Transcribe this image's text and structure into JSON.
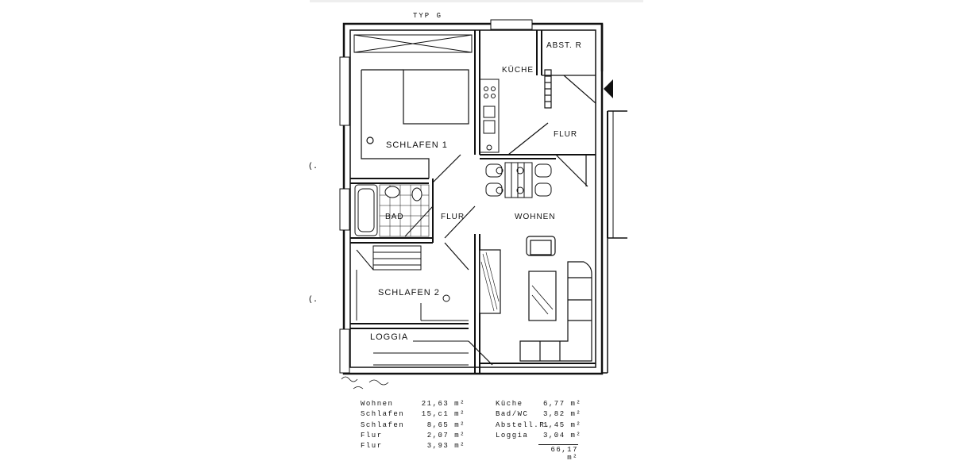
{
  "plan": {
    "type_label": "TYP  G",
    "rooms": {
      "abstr": "ABST. R",
      "kueche": "KÜCHE",
      "flur_top": "FLUR",
      "schlafen1": "SCHLAFEN 1",
      "bad": "BAD",
      "flur_mid": "FLUR",
      "wohnen": "WOHNEN",
      "schlafen2": "SCHLAFEN 2",
      "loggia": "LOGGIA"
    }
  },
  "areas": {
    "left": [
      {
        "name": "Wohnen",
        "value": "21,63 m²"
      },
      {
        "name": "Schlafen",
        "value": "15,c1 m²"
      },
      {
        "name": "Schlafen",
        "value": "8,65 m²"
      },
      {
        "name": "Flur",
        "value": "2,07 m²"
      },
      {
        "name": "Flur",
        "value": "3,93 m²"
      }
    ],
    "right": [
      {
        "name": "Küche",
        "value": "6,77 m²"
      },
      {
        "name": "Bad/WC",
        "value": "3,82 m²"
      },
      {
        "name": "Abstell.R.",
        "value": "1,45 m²"
      },
      {
        "name": "Loggia",
        "value": "3,04 m²"
      }
    ],
    "total": "66,17 m²"
  }
}
